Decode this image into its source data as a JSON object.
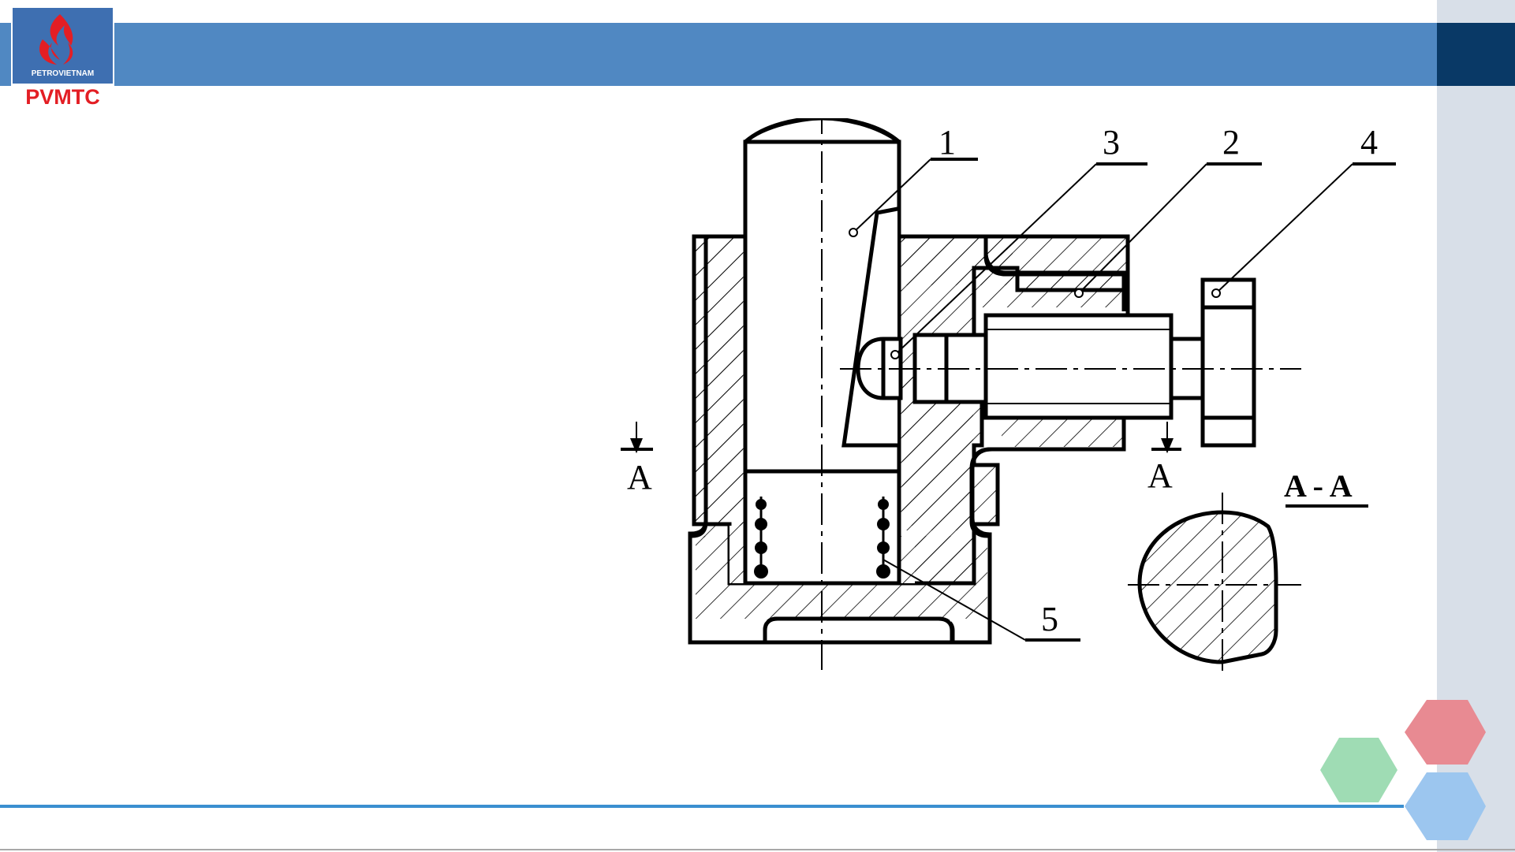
{
  "logo": {
    "brand_text": "PETROVIETNAM",
    "name": "PVMTC"
  },
  "drawing": {
    "part_labels": [
      "1",
      "3",
      "2",
      "4",
      "5"
    ],
    "section_marker_left": "A",
    "section_marker_right": "A",
    "section_title": "A - A"
  },
  "colors": {
    "header_bar": "#5088c2",
    "header_accent": "#093966",
    "right_panel": "#d8dfe8",
    "bottom_line": "#3a8fd0",
    "hex_red": "#e88a92",
    "hex_green": "#9fdcb4",
    "hex_blue": "#9cc6ef",
    "logo_red": "#e31e24"
  }
}
